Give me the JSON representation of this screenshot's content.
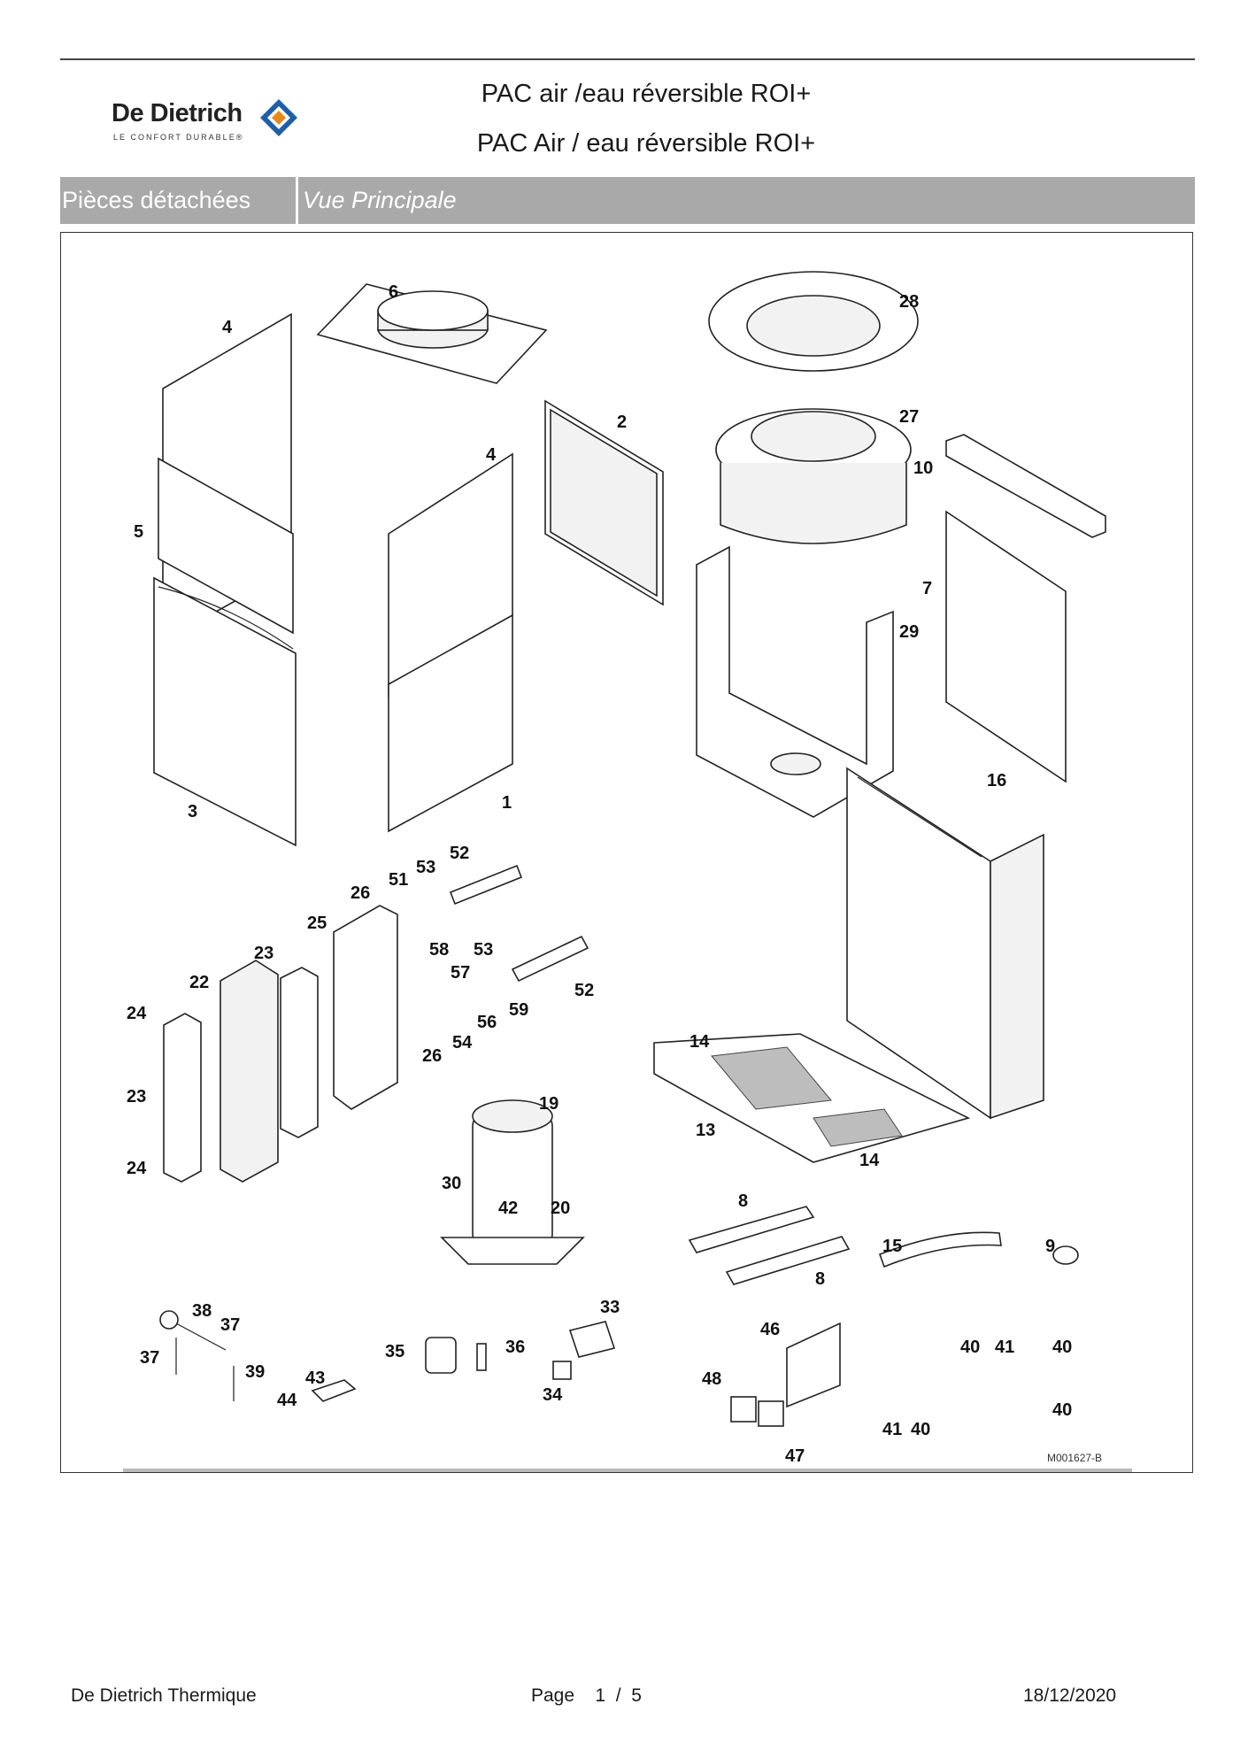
{
  "header": {
    "brand": "De Dietrich",
    "tagline": "LE CONFORT DURABLE®",
    "title_line1": "PAC air /eau réversible ROI+",
    "title_line2": "PAC Air / eau réversible ROI+"
  },
  "section_bar": {
    "category": "Pièces détachées",
    "view": "Vue Principale"
  },
  "diagram": {
    "reference": "M001627-B",
    "part_labels": [
      "1",
      "2",
      "3",
      "4",
      "4",
      "5",
      "6",
      "7",
      "8",
      "8",
      "9",
      "10",
      "13",
      "14",
      "14",
      "15",
      "16",
      "19",
      "20",
      "22",
      "23",
      "23",
      "24",
      "24",
      "25",
      "26",
      "26",
      "27",
      "28",
      "29",
      "30",
      "33",
      "34",
      "35",
      "36",
      "37",
      "37",
      "38",
      "39",
      "40",
      "40",
      "40",
      "40",
      "41",
      "41",
      "42",
      "43",
      "44",
      "46",
      "47",
      "48",
      "51",
      "52",
      "52",
      "53",
      "53",
      "54",
      "56",
      "57",
      "58",
      "59"
    ]
  },
  "footer": {
    "company": "De Dietrich Thermique",
    "page_label": "Page",
    "page_current": "1",
    "page_sep": "/",
    "page_total": "5",
    "date": "18/12/2020"
  },
  "colors": {
    "bar_background": "#a9a9a9",
    "logo_blue": "#1f5fa8",
    "logo_orange": "#e8891c"
  }
}
